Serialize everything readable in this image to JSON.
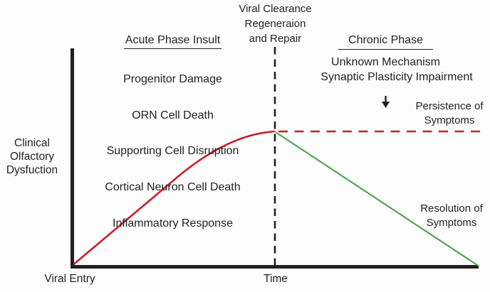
{
  "colors": {
    "curve_red": "#cc1b2e",
    "resolution_green": "#4fa64e",
    "ink_black": "#231f20"
  },
  "axes": {
    "y_label": "Clinical\nOlfactory\nDysfuction",
    "x_label": "Time",
    "origin_label": "Viral Entry"
  },
  "divider": {
    "label": "Viral Clearance\nRegeneraion\nand Repair"
  },
  "acute_phase": {
    "title": "Acute Phase Insult",
    "items": [
      "Progenitor Damage",
      "ORN Cell Death",
      "Supporting Cell Disruption",
      "Cortical Neuron Cell Death",
      "Inflammatory Response"
    ]
  },
  "chronic_phase": {
    "title": "Chronic Phase",
    "mechanism": "Unknown Mechanism",
    "down_arrow_icon": "↓",
    "impairment": "Synaptic Plasticity Impairment"
  },
  "outcomes": {
    "persistence": "Persistence of\nSymptoms",
    "resolution": "Resolution of\nSymptoms"
  },
  "chart_data": {
    "type": "line",
    "title": "",
    "xlabel": "Time",
    "ylabel": "Clinical Olfactory Dysfuction",
    "x_origin_annotation": "Viral Entry",
    "x_divider_annotation": "Viral Clearance Regeneraion and Repair",
    "axis_numeric": false,
    "xlim_norm": [
      0,
      1
    ],
    "ylim_norm": [
      0,
      1
    ],
    "grid": false,
    "legend": "none",
    "series": [
      {
        "name": "Acute phase dysfunction rise",
        "color": "#cc1b2e",
        "style": "solid",
        "x": [
          0,
          0.13,
          0.26,
          0.39,
          0.5
        ],
        "y": [
          0,
          0.21,
          0.41,
          0.56,
          0.62
        ]
      },
      {
        "name": "Persistence of Symptoms",
        "color": "#cc1b2e",
        "style": "dashed",
        "x": [
          0.5,
          1.0
        ],
        "y": [
          0.62,
          0.62
        ]
      },
      {
        "name": "Resolution of Symptoms",
        "color": "#4fa64e",
        "style": "solid",
        "x": [
          0.5,
          1.0
        ],
        "y": [
          0.62,
          0
        ]
      }
    ],
    "annotations": [
      "Acute Phase Insult: Progenitor Damage; ORN Cell Death; Supporting Cell Disruption; Cortical Neuron Cell Death; Inflammatory Response",
      "Chronic Phase: Unknown Mechanism → Synaptic Plasticity Impairment",
      "Persistence of Symptoms",
      "Resolution of Symptoms"
    ]
  }
}
